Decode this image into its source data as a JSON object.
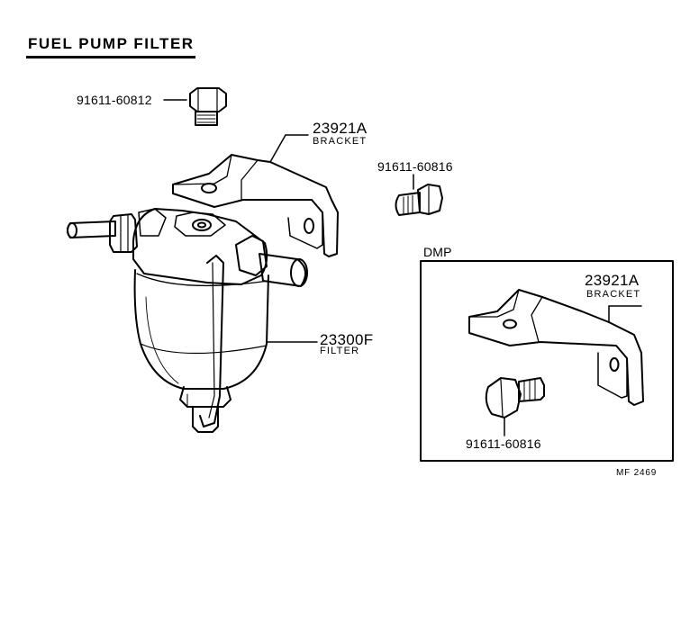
{
  "diagram": {
    "title": "FUEL PUMP FILTER",
    "inset_label": "DMP",
    "ref_code": "MF  2469",
    "callouts": {
      "bolt_top": "91611-60812",
      "bracket_main_number": "23921A",
      "bracket_main_name": "BRACKET",
      "bolt_right": "91611-60816",
      "filter_number": "23300F",
      "filter_name": "FILTER",
      "bracket_inset_number": "23921A",
      "bracket_inset_name": "BRACKET",
      "bolt_inset": "91611-60816"
    }
  }
}
